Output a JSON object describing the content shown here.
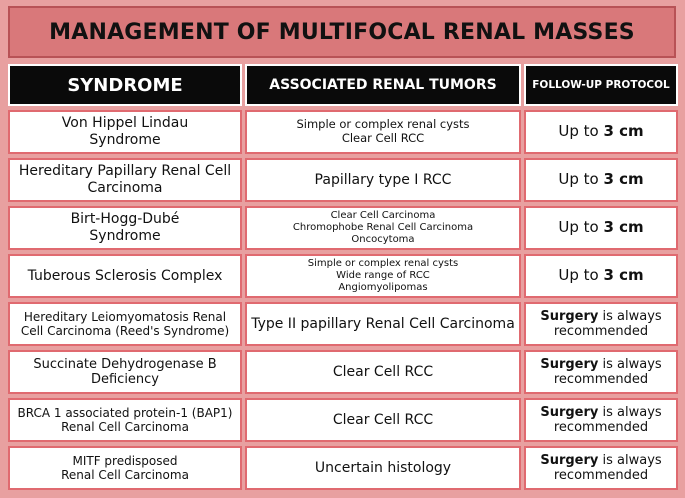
{
  "title": "MANAGEMENT OF MULTIFOCAL RENAL MASSES",
  "headers": {
    "syndrome": "SYNDROME",
    "tumors": "ASSOCIATED RENAL TUMORS",
    "protocol": "FOLLOW-UP PROTOCOL"
  },
  "rows": [
    {
      "syndrome": [
        "Von Hippel Lindau",
        "Syndrome"
      ],
      "tumors": [
        "Simple or complex renal cysts",
        "Clear Cell RCC"
      ],
      "protocol_prefix": "Up to ",
      "protocol_bold": "3 cm",
      "protocol_suffix": ""
    },
    {
      "syndrome": [
        "Hereditary Papillary Renal Cell",
        "Carcinoma"
      ],
      "tumors": [
        "Papillary type I RCC"
      ],
      "protocol_prefix": "Up to ",
      "protocol_bold": "3 cm",
      "protocol_suffix": ""
    },
    {
      "syndrome": [
        "Birt-Hogg-Dubé",
        "Syndrome"
      ],
      "tumors": [
        "Clear Cell Carcinoma",
        "Chromophobe Renal Cell Carcinoma",
        "Oncocytoma"
      ],
      "protocol_prefix": "Up to ",
      "protocol_bold": "3 cm",
      "protocol_suffix": ""
    },
    {
      "syndrome": [
        "Tuberous Sclerosis Complex"
      ],
      "tumors": [
        "Simple or complex renal cysts",
        "Wide range of RCC",
        "Angiomyolipomas"
      ],
      "protocol_prefix": "Up to ",
      "protocol_bold": "3 cm",
      "protocol_suffix": ""
    },
    {
      "syndrome": [
        "Hereditary Leiomyomatosis Renal",
        "Cell Carcinoma (Reed's Syndrome)"
      ],
      "tumors": [
        "Type II papillary Renal Cell Carcinoma"
      ],
      "protocol_prefix": "",
      "protocol_bold": "Surgery",
      "protocol_suffix": " is always",
      "protocol_line2": "recommended"
    },
    {
      "syndrome": [
        "Succinate Dehydrogenase B",
        "Deficiency"
      ],
      "tumors": [
        "Clear Cell RCC"
      ],
      "protocol_prefix": "",
      "protocol_bold": "Surgery",
      "protocol_suffix": " is always",
      "protocol_line2": "recommended"
    },
    {
      "syndrome": [
        "BRCA 1 associated protein-1 (BAP1)",
        "Renal Cell Carcinoma"
      ],
      "tumors": [
        "Clear Cell RCC"
      ],
      "protocol_prefix": "",
      "protocol_bold": "Surgery",
      "protocol_suffix": " is always",
      "protocol_line2": "recommended"
    },
    {
      "syndrome": [
        "MITF predisposed",
        "Renal Cell Carcinoma"
      ],
      "tumors": [
        "Uncertain histology"
      ],
      "protocol_prefix": "",
      "protocol_bold": "Surgery",
      "protocol_suffix": " is always",
      "protocol_line2": "recommended"
    }
  ]
}
